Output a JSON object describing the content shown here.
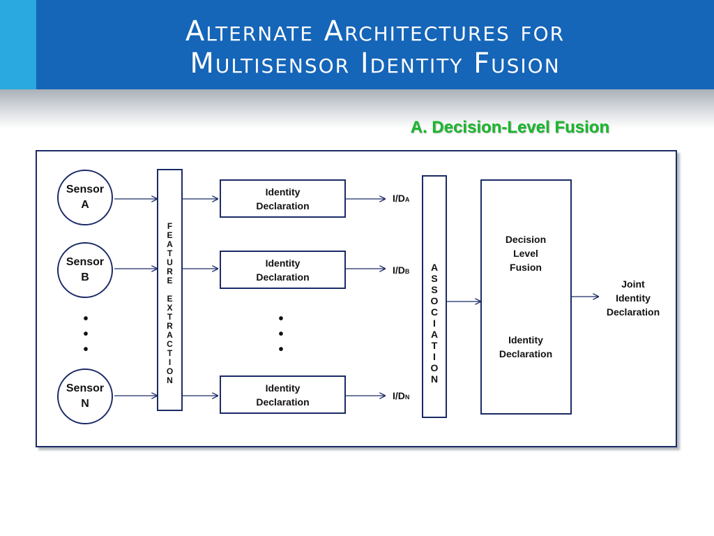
{
  "slide": {
    "title_line1": "Alternate Architectures for",
    "title_line2": "Multisensor Identity Fusion",
    "subtitle": "A. Decision-Level Fusion"
  },
  "diagram": {
    "sensors": [
      "Sensor\nA",
      "Sensor\nB",
      "Sensor\nN"
    ],
    "feature_extraction": "FEATURE EXTRACTION",
    "identity_declaration": "Identity\nDeclaration",
    "id_labels": [
      {
        "main": "I/D",
        "sub": "A"
      },
      {
        "main": "I/D",
        "sub": "B"
      },
      {
        "main": "I/D",
        "sub": "N"
      }
    ],
    "association": "ASSOCIATION",
    "decision_level_fusion": "Decision\nLevel\nFusion",
    "decision_identity": "Identity\nDeclaration",
    "output": "Joint\nIdentity\nDeclaration",
    "ellipsis": "•\n•\n•"
  },
  "colors": {
    "header": "#1565b8",
    "header_accent": "#2aa8e0",
    "subtitle": "#18b82c",
    "border": "#1a2a66"
  }
}
